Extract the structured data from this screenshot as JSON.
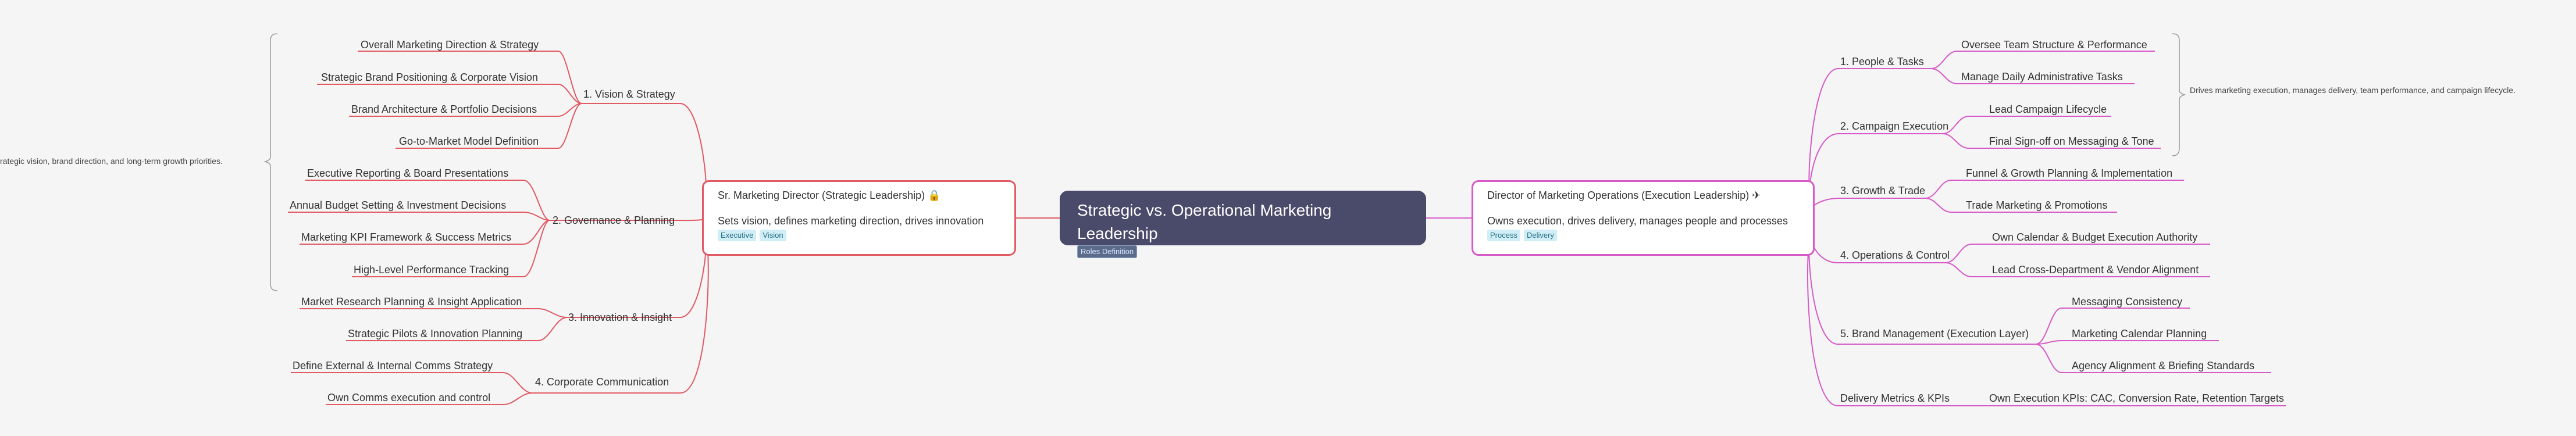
{
  "root": {
    "title": "Strategic vs. Operational Marketing Leadership",
    "tags": [
      "Roles Definition"
    ]
  },
  "left": {
    "title": "Sr. Marketing Director (Strategic Leadership) 🔒",
    "description": "Sets vision, defines marketing direction, drives innovation",
    "tags": [
      "Executive",
      "Vision"
    ],
    "summary": "rategic vision, brand direction, and long-term growth priorities.",
    "branches": [
      {
        "label": "1. Vision & Strategy",
        "children": [
          "Overall Marketing Direction & Strategy",
          "Strategic Brand Positioning & Corporate Vision",
          "Brand Architecture & Portfolio Decisions",
          "Go-to-Market Model Definition"
        ]
      },
      {
        "label": "2. Governance & Planning",
        "children": [
          "Executive Reporting & Board Presentations",
          "Annual Budget Setting & Investment Decisions",
          "Marketing KPI Framework & Success Metrics",
          "High-Level Performance Tracking"
        ]
      },
      {
        "label": "3. Innovation & Insight",
        "children": [
          "Market Research Planning & Insight Application",
          "Strategic Pilots & Innovation Planning"
        ]
      },
      {
        "label": "4. Corporate Communication",
        "children": [
          "Define External & Internal Comms Strategy",
          "Own Comms execution and control"
        ]
      }
    ]
  },
  "right": {
    "title": "Director of Marketing Operations (Execution Leadership) ✈",
    "description": "Owns execution, drives delivery, manages people and processes",
    "tags": [
      "Process",
      "Delivery"
    ],
    "summary": "Drives marketing execution, manages delivery, team performance, and campaign lifecycle.",
    "branches": [
      {
        "label": "1. People & Tasks",
        "children": [
          "Oversee Team Structure & Performance",
          "Manage Daily Administrative Tasks"
        ]
      },
      {
        "label": "2. Campaign Execution",
        "children": [
          "Lead Campaign Lifecycle",
          "Final Sign-off on Messaging & Tone"
        ]
      },
      {
        "label": "3. Growth & Trade",
        "children": [
          "Funnel & Growth Planning & Implementation",
          "Trade Marketing & Promotions"
        ]
      },
      {
        "label": "4. Operations & Control",
        "children": [
          "Own Calendar & Budget Execution Authority",
          "Lead Cross-Department & Vendor Alignment"
        ]
      },
      {
        "label": "5. Brand Management (Execution Layer)",
        "children": [
          "Messaging Consistency",
          "Marketing Calendar Planning",
          "Agency Alignment & Briefing Standards"
        ]
      },
      {
        "label": "Delivery Metrics & KPIs",
        "children": [
          "Own Execution KPIs: CAC, Conversion Rate, Retention Targets"
        ]
      }
    ]
  },
  "colors": {
    "left_branch": "#e15a64",
    "right_branch": "#d65ac8",
    "root_bg": "#4a4a6a",
    "bracket": "#9a9a9a"
  }
}
